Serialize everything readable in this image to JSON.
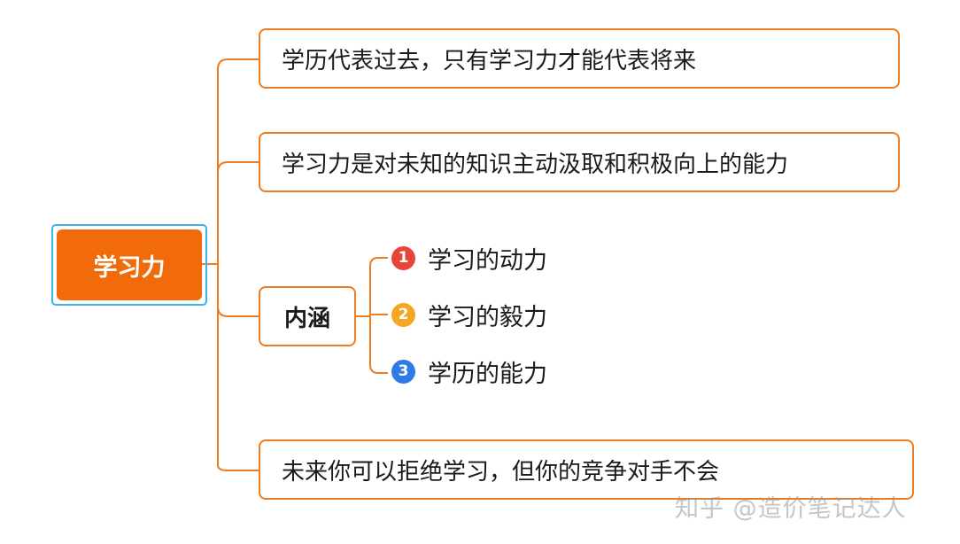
{
  "mindmap": {
    "root": {
      "label": "学习力"
    },
    "branches": [
      {
        "label": "学历代表过去，只有学习力才能代表将来"
      },
      {
        "label": "学习力是对未知的知识主动汲取和积极向上的能力"
      },
      {
        "label": "内涵",
        "children": [
          {
            "num": "1",
            "label": "学习的动力",
            "color": "#e8443a"
          },
          {
            "num": "2",
            "label": "学习的毅力",
            "color": "#f5a623"
          },
          {
            "num": "3",
            "label": "学历的能力",
            "color": "#2f7be5"
          }
        ]
      },
      {
        "label": "未来你可以拒绝学习，但你的竞争对手不会"
      }
    ]
  },
  "colors": {
    "accent": "#f16b0a",
    "border": "#ef7b1f",
    "root_outline": "#3ab3e6"
  },
  "watermark": "知乎 @造价笔记达人"
}
